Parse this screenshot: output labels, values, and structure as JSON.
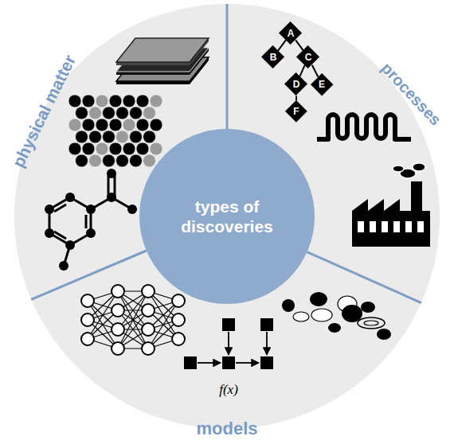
{
  "diagram": {
    "nodes": [
      {
        "text": [
          "types of discoveries"
        ]
      },
      {
        "text": [
          "A"
        ]
      },
      {
        "text": [
          "B"
        ]
      },
      {
        "text": [
          "C"
        ]
      },
      {
        "text": [
          "D"
        ]
      },
      {
        "text": [
          "E"
        ]
      },
      {
        "text": [
          "F"
        ]
      }
    ],
    "edges": [
      {
        "from": 1,
        "to": 2,
        "arrow": "none"
      },
      {
        "from": 1,
        "to": 3,
        "arrow": "none"
      },
      {
        "from": 3,
        "to": 4,
        "arrow": "none"
      },
      {
        "from": 3,
        "to": 5,
        "arrow": "none"
      },
      {
        "from": 4,
        "to": 6,
        "arrow": "none"
      }
    ],
    "labels": [
      "physical matter",
      "processes",
      "models",
      "f(x)"
    ]
  }
}
